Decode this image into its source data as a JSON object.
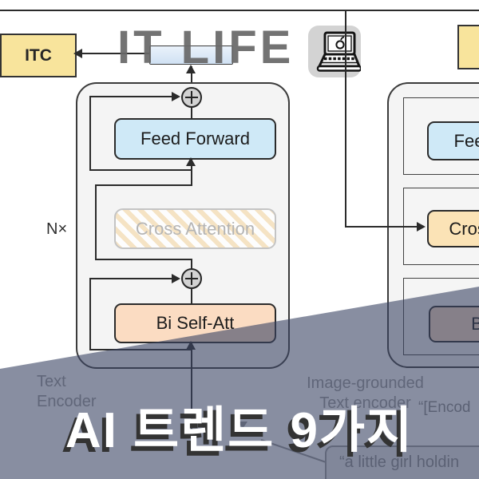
{
  "overlay_title": {
    "text": "AI 트렌드 9가지"
  },
  "watermark": {
    "text": "IT LIFE",
    "icon": "laptop-emoji"
  },
  "diagram": {
    "top_left_box": "ITC",
    "repeat_label": "N×",
    "left_block": {
      "feed_forward": "Feed Forward",
      "cross_attention": "Cross Attention",
      "bi_self_att": "Bi Self-Att"
    },
    "right_block": {
      "feed_forward": "Feed Forward",
      "cross_attention": "Cross Attention",
      "bi_self_att": "Bi Self-Att"
    },
    "bottom_labels": {
      "text_encoder_line1": "Text",
      "text_encoder_line2": "Encoder",
      "image_grounded_line1": "Image-grounded",
      "image_grounded_line2": "Text encoder",
      "encode_snippet": "“[Encod",
      "caption_snippet": "“a little girl holdin"
    },
    "colors": {
      "feed_forward_fill": "#cfe9f7",
      "bi_self_att_fill": "#fbdcc2",
      "cross_attention_solid_fill": "#fbe3b6",
      "score_box_fill": "#f8e49c",
      "overlay_tint": "#394363"
    }
  }
}
